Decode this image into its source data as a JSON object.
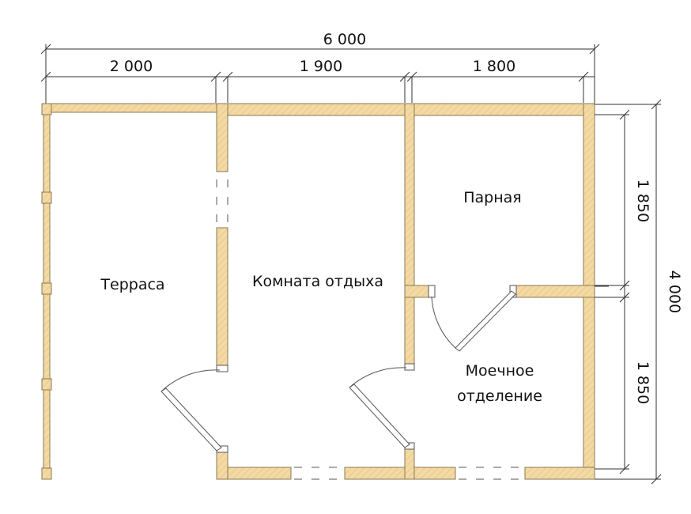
{
  "dimensions": {
    "total_width": "6 000",
    "terrace_width": "2 000",
    "rest_room_width": "1 900",
    "steam_room_width": "1 800",
    "total_height": "4 000",
    "steam_room_height": "1 850",
    "washing_room_height": "1 850"
  },
  "rooms": {
    "terrace": "Терраса",
    "rest_room": "Комната отдыха",
    "steam_room": "Парная",
    "washing_room_line1": "Моечное",
    "washing_room_line2": "отделение"
  },
  "colors": {
    "wall_fill": "#f3d9a4",
    "wall_stroke": "#8a7a55",
    "dimension_line": "#333333"
  }
}
